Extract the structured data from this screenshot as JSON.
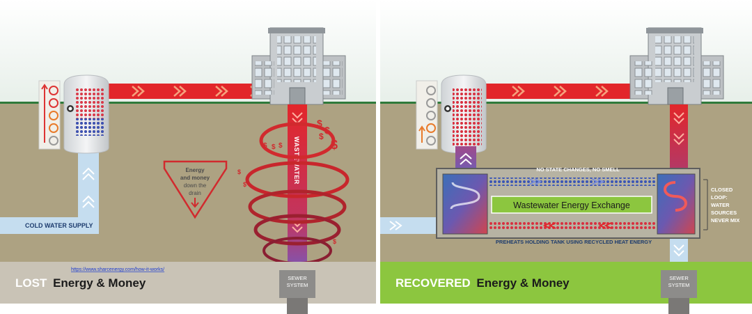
{
  "left_panel": {
    "pipe_label": "WASTEWATER",
    "callout": {
      "line1": "Energy",
      "line2": "and money",
      "line3": "down the",
      "line4": "drain"
    },
    "supply_label": "COLD WATER SUPPLY",
    "url": "https://www.sharcenergy.com/how-it-works/",
    "banner_part1": "LOST",
    "banner_part2": "Energy & Money",
    "sewer_line1": "SEWER",
    "sewer_line2": "SYSTEM",
    "dollar": "$"
  },
  "right_panel": {
    "top_label": "NO STATE CHANGES, NO SMELL",
    "exchanger_label": "Wastewater Energy Exchange",
    "bottom_label": "PREHEATS HOLDING TANK USING RECYCLED HEAT ENERGY",
    "side_note": [
      "CLOSED",
      "LOOP:",
      "WATER",
      "SOURCES",
      "NEVER MIX"
    ],
    "banner_part1": "RECOVERED",
    "banner_part2": "Energy & Money",
    "sewer_line1": "SEWER",
    "sewer_line2": "SYSTEM"
  },
  "colors": {
    "ground": "#ada282",
    "grass": "#2e7a3b",
    "hot_pipe": "#e2262a",
    "cold_pipe": "#c5ddef",
    "lost_banner": "#c9c3b6",
    "recovered_banner": "#8cc63f",
    "exchanger_green": "#8cc63f"
  }
}
